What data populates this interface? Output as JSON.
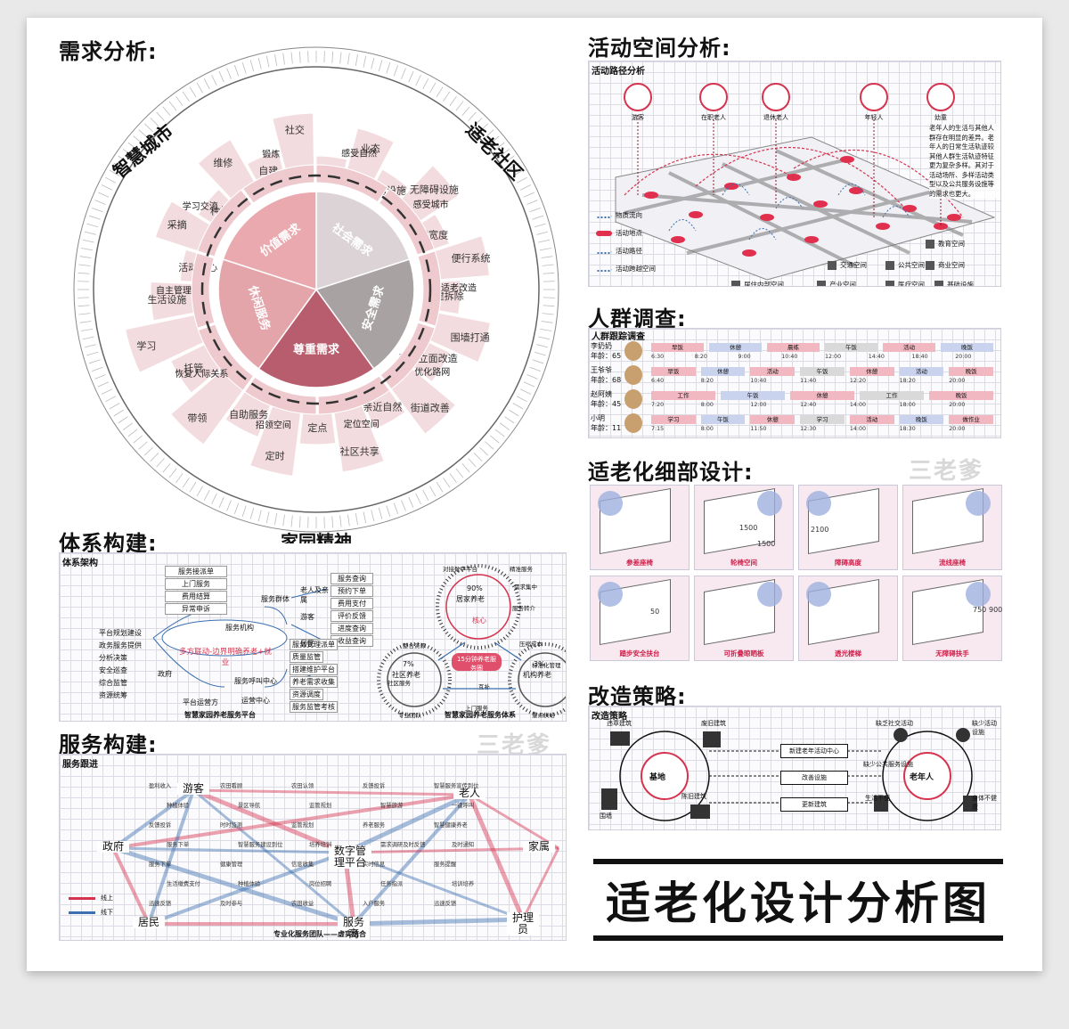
{
  "sections": {
    "demand": "需求分析:",
    "activity": "活动空间分析:",
    "crowd": "人群调查:",
    "detail": "适老化细部设计:",
    "system": "体系构建:",
    "service": "服务构建:",
    "strategy": "改造策略:"
  },
  "watermark": "三老爹",
  "poster_title": "适老化设计分析图",
  "wheel": {
    "ring_labels": [
      "智慧城市",
      "适老社区",
      "家园精神"
    ],
    "core": [
      "社会需求",
      "安全需求",
      "尊重需求",
      "休闲服务",
      "价值需求"
    ],
    "mid": [
      "感受自然",
      "感受城市",
      "适老改造",
      "优化路网",
      "定位空间",
      "招领空间",
      "恢复人际关系",
      "自主管理",
      "学习交流",
      "锻炼"
    ],
    "outer": [
      "景观",
      "业态",
      "交通设施",
      "无障碍设施",
      "街道宽度",
      "便行系统",
      "违建拆除",
      "围墙打通",
      "建筑立面改造",
      "街道改善",
      "亲近自然",
      "社区共享",
      "定点",
      "定时",
      "自助服务",
      "带领",
      "托管",
      "学习",
      "生活设施",
      "活动中心",
      "采摘",
      "种植",
      "维修",
      "自建",
      "社交"
    ]
  },
  "activity_panel": {
    "subtitle": "活动路径分析",
    "people": [
      "游客",
      "在职老人",
      "退休老人",
      "年轻人",
      "幼童"
    ],
    "note": "老年人的生活与其他人群存在明显的差异。老年人的日常生活轨迹较其他人群生活轨迹特征更为复杂多样。其对于活动场所、多样活动类型以及公共服务设施等的需求也更大。",
    "legend_left": [
      "物质流向",
      "活动地点",
      "活动路径",
      "活动跨越空间"
    ],
    "legend_right": [
      "教育空间",
      "交通空间",
      "公共空间",
      "商业空间",
      "居住内部空间",
      "产业空间",
      "医疗空间",
      "基础设施"
    ]
  },
  "crowd_panel": {
    "subtitle": "人群跟踪调查",
    "rows": [
      {
        "name": "李奶奶",
        "age": "年龄：65",
        "acts": [
          "早饭",
          "休憩",
          "晨练",
          "午饭",
          "活动",
          "晚饭"
        ],
        "times": [
          "6:30",
          "8:20",
          "9:00",
          "10:40",
          "12:00",
          "14:40",
          "18:40",
          "20:00"
        ]
      },
      {
        "name": "王爷爷",
        "age": "年龄：68",
        "acts": [
          "早饭",
          "休憩",
          "活动",
          "午饭",
          "休憩",
          "活动",
          "晚饭"
        ],
        "times": [
          "6:40",
          "8:20",
          "10:40",
          "11:40",
          "12:20",
          "18:20",
          "20:00"
        ]
      },
      {
        "name": "赵阿姨",
        "age": "年龄：45",
        "acts": [
          "工作",
          "午饭",
          "休憩",
          "工作",
          "晚饭"
        ],
        "times": [
          "7:20",
          "8:00",
          "12:00",
          "12:40",
          "14:00",
          "18:00",
          "20:00"
        ]
      },
      {
        "name": "小明",
        "age": "年龄：11",
        "acts": [
          "学习",
          "午饭",
          "休憩",
          "学习",
          "活动",
          "晚饭",
          "做作业"
        ],
        "times": [
          "7:15",
          "8:00",
          "11:50",
          "12:30",
          "14:00",
          "18:30",
          "20:00"
        ]
      }
    ]
  },
  "detail_cells": [
    "参差座椅",
    "轮椅空间",
    "障碍高度",
    "流线座椅",
    "踏步安全扶台",
    "可折叠晾晒板",
    "透光楼梯",
    "无障碍扶手"
  ],
  "detail_dims": [
    "1500",
    "1500",
    "2100",
    "50",
    "750",
    "900"
  ],
  "system_panel": {
    "subtitle": "体系架构",
    "platform_caption": "智慧家园养老服务平台",
    "system_caption": "智慧家园养老服务体系",
    "services_top": [
      "服务接派单",
      "上门服务",
      "费用结算",
      "异常申诉"
    ],
    "gov_items": [
      "平台规划建设",
      "政务服务提供",
      "分析决策",
      "安全巡查",
      "综合监管",
      "资源统筹"
    ],
    "user_items": [
      "服务查询",
      "预约下单",
      "费用支付",
      "评价反馈",
      "进度查询",
      "收益查询"
    ],
    "ops_items": [
      "服务受理派单",
      "质量监管",
      "搭建维护平台",
      "养老需求收集",
      "资源调度",
      "服务监管考核"
    ],
    "nodes": [
      "服务机构",
      "政府",
      "平台运营方",
      "服务呼叫中心",
      "运营中心",
      "服务群体"
    ],
    "groups": [
      "老人及亲属",
      "游客",
      "居民"
    ],
    "center": "多方联动-边界明确养老+就业",
    "circles": [
      {
        "pct": "90%",
        "name": "居家养老",
        "core": "核心"
      },
      {
        "pct": "7%",
        "name": "社区养老"
      },
      {
        "pct": "3%",
        "name": "机构养老"
      }
    ],
    "circle_center": "15分钟养老服务圈",
    "arcs": [
      "对接数字平台",
      "精准服务",
      "需求集中",
      "服务转介",
      "压缩成本",
      "标准化管理",
      "重点供给",
      "整合资源",
      "社区服务",
      "互补",
      "专业团队",
      "上门服务"
    ]
  },
  "service_panel": {
    "subtitle": "服务跟进",
    "actors": [
      "游客",
      "老人",
      "政府",
      "数字管理平台",
      "家属",
      "居民",
      "服务商",
      "护理员"
    ],
    "links": [
      "盈利收入",
      "农田看顾",
      "农田认领",
      "反馈投诉",
      "智慧服务宣传到位",
      "种植体验",
      "景区导航",
      "监管规划",
      "智慧旅游",
      "一键呼叫",
      "反馈投诉",
      "时时监测",
      "监管规划",
      "养老服务",
      "智慧健康养老",
      "服务下单",
      "智慧服务建设到位",
      "培养培训",
      "需求调研及时反馈",
      "及时通知",
      "服务下单",
      "健康管理",
      "信息收集",
      "实时信息",
      "服务提醒",
      "生活缴费支付",
      "种植体验",
      "岗位招聘",
      "任务指派",
      "培训培养",
      "迅速反馈",
      "及时参与",
      "农田收益",
      "入户服务",
      "迅速反馈"
    ],
    "legend": [
      "线上",
      "线下"
    ],
    "caption": "专业化服务团队——虚实结合"
  },
  "strategy_panel": {
    "subtitle": "改造策略",
    "left_items": [
      "违章建筑",
      "废旧建筑",
      "围墙",
      "陈旧建筑"
    ],
    "left_center": "基地",
    "mid_items": [
      "新建老年活动中心",
      "改善设施",
      "更新建筑"
    ],
    "right_items": [
      "缺乏社交活动",
      "缺少活动设施",
      "缺少公共服务设施",
      "生活不便",
      "身体不健康"
    ],
    "right_center": "老年人"
  },
  "colors": {
    "accent": "#d6334f",
    "pink": "#e8a5ad",
    "grey": "#9e9e9e",
    "blue": "#3b6fb0"
  }
}
